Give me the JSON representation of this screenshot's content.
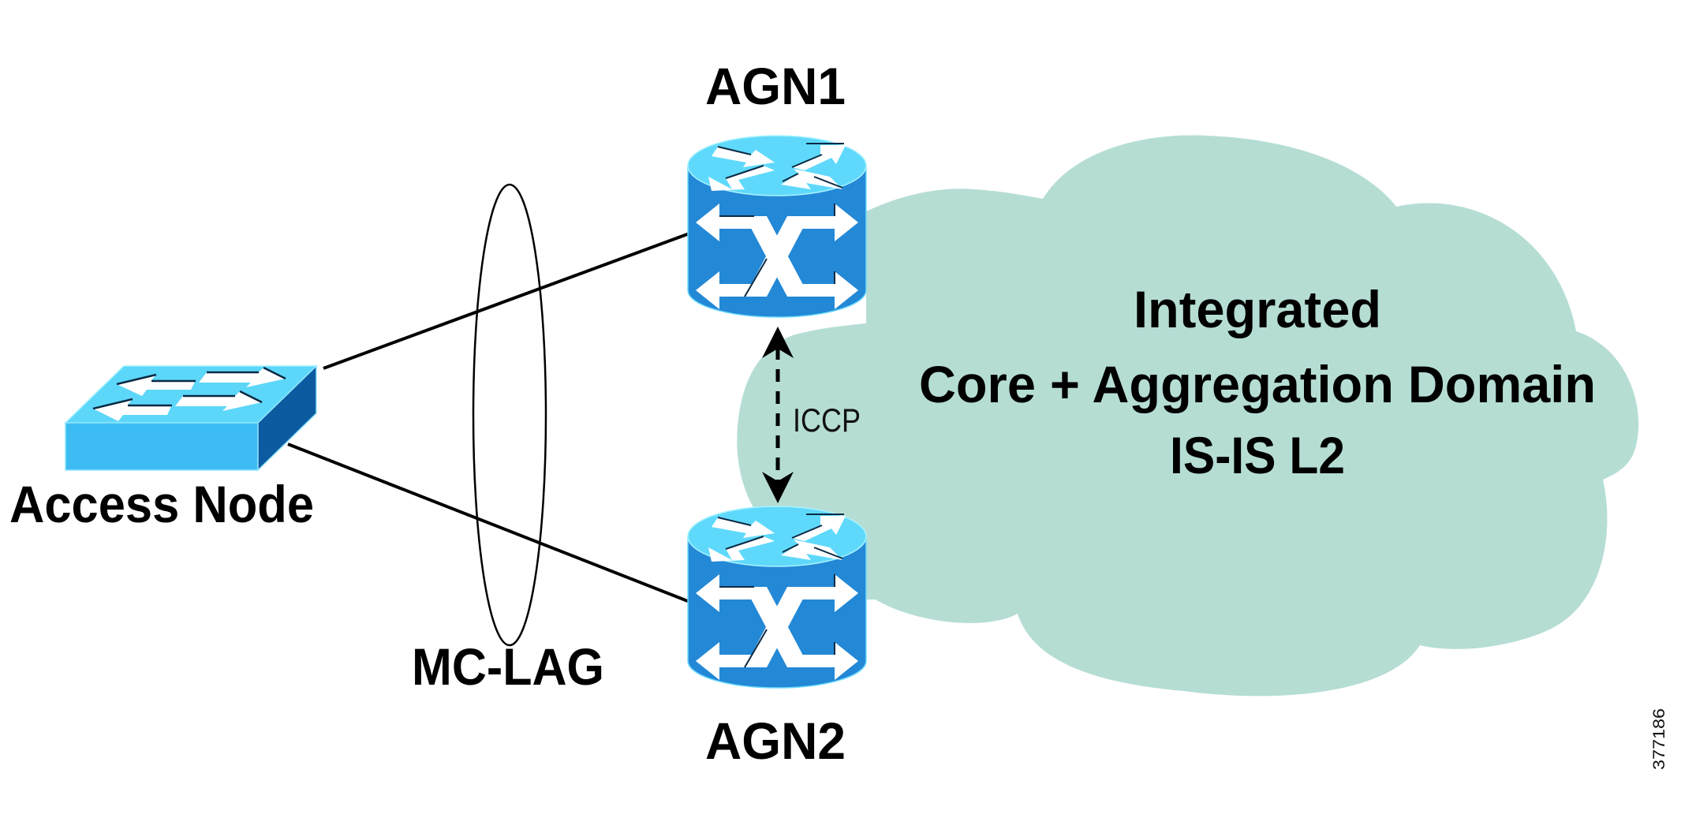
{
  "diagram": {
    "title": "MC-LAG access to Integrated Core + Aggregation Domain",
    "nodes": {
      "access_node": {
        "label": "Access Node",
        "type": "switch-icon"
      },
      "agn1": {
        "label": "AGN1",
        "type": "router-icon"
      },
      "agn2": {
        "label": "AGN2",
        "type": "router-icon"
      }
    },
    "cloud": {
      "lines": [
        "Integrated",
        "Core + Aggregation Domain",
        "IS-IS L2"
      ]
    },
    "links": [
      {
        "from": "Access Node",
        "to": "AGN1",
        "style": "solid"
      },
      {
        "from": "Access Node",
        "to": "AGN2",
        "style": "solid"
      },
      {
        "from": "AGN1",
        "to": "AGN2",
        "style": "dashed-bidirectional",
        "label": "ICCP"
      }
    ],
    "bundle": {
      "label": "MC-LAG"
    },
    "figure_id": "377186",
    "colors": {
      "cloud": "#b5ddd4",
      "router_body": "#2388d6",
      "router_top": "#5fd9fb",
      "switch_top": "#5cd7f9",
      "switch_front": "#3dbcf3",
      "switch_side": "#0c5aa0",
      "line": "#000000"
    }
  }
}
